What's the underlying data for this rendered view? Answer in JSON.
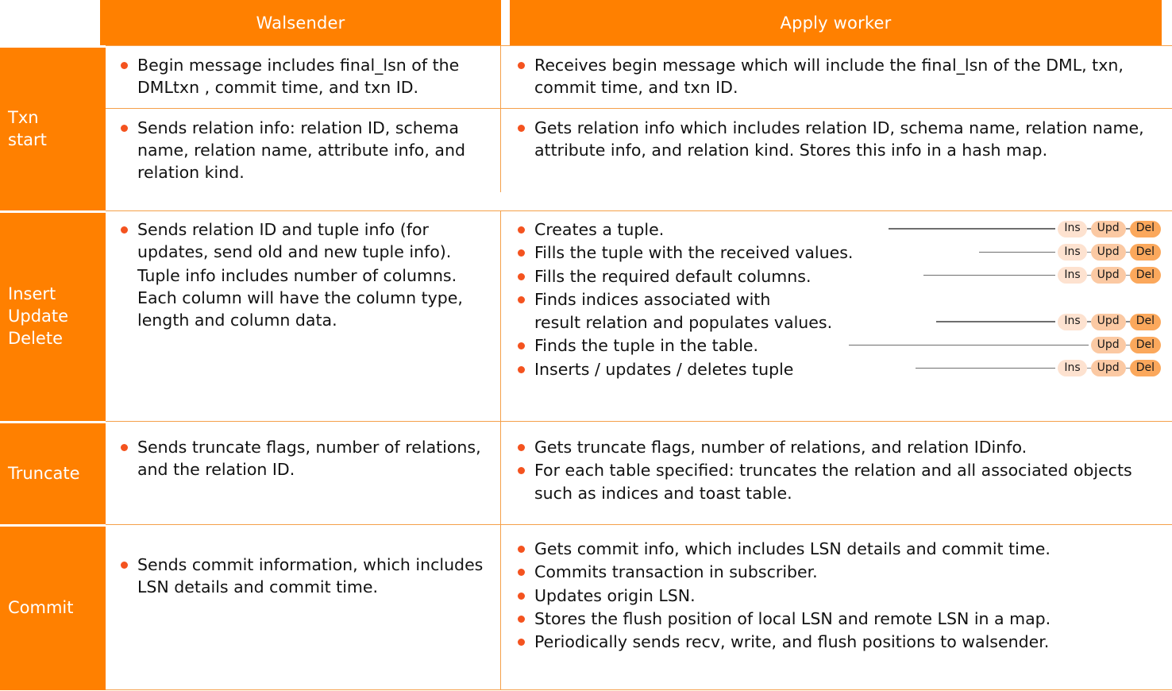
{
  "colors": {
    "header_orange": "#FF8000",
    "rule_orange": "#F5A04A",
    "bullet_orange": "#F4531F",
    "pill_ins": "#FDE2D0",
    "pill_upd": "#FBC9A3",
    "pill_del": "#FBA85C"
  },
  "header": {
    "col1": "Walsender",
    "col2": "Apply worker"
  },
  "rows": {
    "txn_start": {
      "label_lines": [
        "Txn",
        "start"
      ],
      "sub1": {
        "walsender": [
          "Begin message includes final_lsn of the DMLtxn , commit time, and txn ID."
        ],
        "apply": [
          "Receives begin message which will include the final_lsn of the DML, txn,  commit time, and txn ID."
        ]
      },
      "sub2": {
        "walsender": [
          "Sends relation info: relation ID, schema name, relation name, attribute info, and relation kind."
        ],
        "apply": [
          "Gets relation info which includes relation ID, schema name, relation name, attribute info, and relation kind. Stores this info in a hash map."
        ]
      }
    },
    "iud": {
      "label_lines": [
        "Insert",
        "Update",
        "Delete"
      ],
      "walsender": [
        "Sends relation ID and tuple info (for updates, send old and new tuple info).",
        "Tuple info includes number of columns. Each column will have the column type, length and column data."
      ],
      "apply": [
        {
          "text": "Creates a tuple.",
          "tags": [
            "Ins",
            "Upd",
            "Del"
          ],
          "connector": 210,
          "tagtop": 2
        },
        {
          "text": "Fills the tuple with the received values.",
          "tags": [
            "Ins",
            "Upd",
            "Del"
          ],
          "connector": 96,
          "tagtop": 2
        },
        {
          "text": "Fills the required default columns.",
          "tags": [
            "Ins",
            "Upd",
            "Del"
          ],
          "connector": 166,
          "tagtop": 2
        },
        {
          "text": "Finds indices associated with",
          "tags": [],
          "connector": 0,
          "tagtop": 0
        },
        {
          "text": "result relation and populates values.",
          "tags": [
            "Ins",
            "Upd",
            "Del"
          ],
          "connector": 150,
          "tagtop": 2
        },
        {
          "text": "Finds the tuple in the table.",
          "tags": [
            "Upd",
            "Del"
          ],
          "connector": 302,
          "tagtop": 2
        },
        {
          "text": "Inserts / updates / deletes tuple",
          "tags": [
            "Ins",
            "Upd",
            "Del"
          ],
          "connector": 176,
          "tagtop": 2
        }
      ]
    },
    "truncate": {
      "label_lines": [
        "Truncate"
      ],
      "walsender": [
        "Sends truncate flags, number of relations, and the relation ID."
      ],
      "apply": [
        "Gets truncate flags, number of relations, and relation IDinfo.",
        "For each table specified: truncates the relation and all associated objects such as indices and toast table."
      ]
    },
    "commit": {
      "label_lines": [
        "Commit"
      ],
      "walsender": [
        "Sends commit information, which includes LSN details and commit time."
      ],
      "apply": [
        "Gets commit info, which includes LSN details and commit time.",
        "Commits transaction in subscriber.",
        "Updates origin LSN.",
        "Stores the flush position of local LSN and remote LSN in a map.",
        "Periodically sends recv, write, and flush positions to walsender."
      ]
    }
  }
}
